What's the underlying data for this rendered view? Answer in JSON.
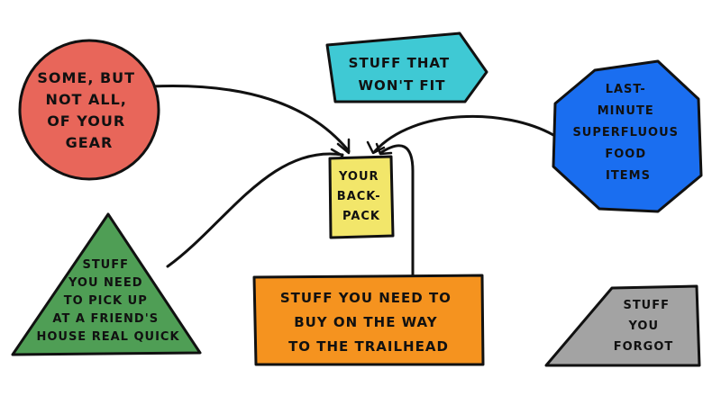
{
  "nodes": {
    "gear": {
      "lines": [
        "SOME, BUT",
        "NOT ALL,",
        "OF YOUR",
        "GEAR"
      ],
      "color": "#e8665a"
    },
    "wont_fit": {
      "lines": [
        "STUFF THAT",
        "WON'T FIT"
      ],
      "color": "#3fc9d4"
    },
    "food": {
      "lines": [
        "LAST-",
        "MINUTE",
        "SUPERFLUOUS",
        "FOOD",
        "ITEMS"
      ],
      "color": "#1a6ef0"
    },
    "backpack": {
      "lines": [
        "YOUR",
        "BACK-",
        "PACK"
      ],
      "color": "#f2e66a"
    },
    "friend": {
      "lines": [
        "STUFF",
        "YOU NEED",
        "TO PICK UP",
        "AT A FRIEND'S",
        "HOUSE REAL QUICK"
      ],
      "color": "#4f9e55"
    },
    "trailhead": {
      "lines": [
        "STUFF YOU NEED TO",
        "BUY ON THE WAY",
        "TO THE TRAILHEAD"
      ],
      "color": "#f5931f"
    },
    "forgot": {
      "lines": [
        "STUFF",
        "YOU",
        "FORGOT"
      ],
      "color": "#a3a3a3"
    }
  }
}
